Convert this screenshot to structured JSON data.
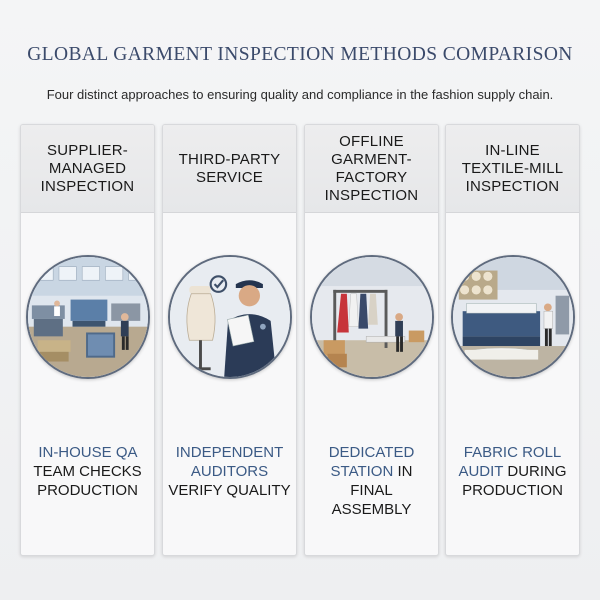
{
  "header": {
    "title": "GLOBAL GARMENT INSPECTION METHODS COMPARISON",
    "subtitle": "Four distinct approaches to ensuring quality and compliance in the fashion supply chain."
  },
  "cards": [
    {
      "heading": "SUPPLIER-MANAGED INSPECTION",
      "desc_highlight": "IN-HOUSE QA",
      "desc_rest": "TEAM CHECKS PRODUCTION",
      "image": "factory-floor-illustration"
    },
    {
      "heading": "THIRD-PARTY SERVICE",
      "desc_highlight": "INDEPENDENT AUDITORS",
      "desc_rest": "VERIFY QUALITY",
      "image": "auditor-with-clipboard-illustration"
    },
    {
      "heading": "OFFLINE GARMENT-FACTORY INSPECTION",
      "desc_highlight": "DEDICATED STATION",
      "desc_rest": "IN FINAL ASSEMBLY",
      "image": "garment-rack-station-illustration"
    },
    {
      "heading": "IN-LINE TEXTILE-MILL INSPECTION",
      "desc_highlight": "FABRIC ROLL AUDIT",
      "desc_rest": "DURING PRODUCTION",
      "image": "fabric-roll-machine-illustration"
    }
  ],
  "colors": {
    "title": "#3b4a6b",
    "highlight": "#3b5a85",
    "ring": "#5f6b7e"
  }
}
